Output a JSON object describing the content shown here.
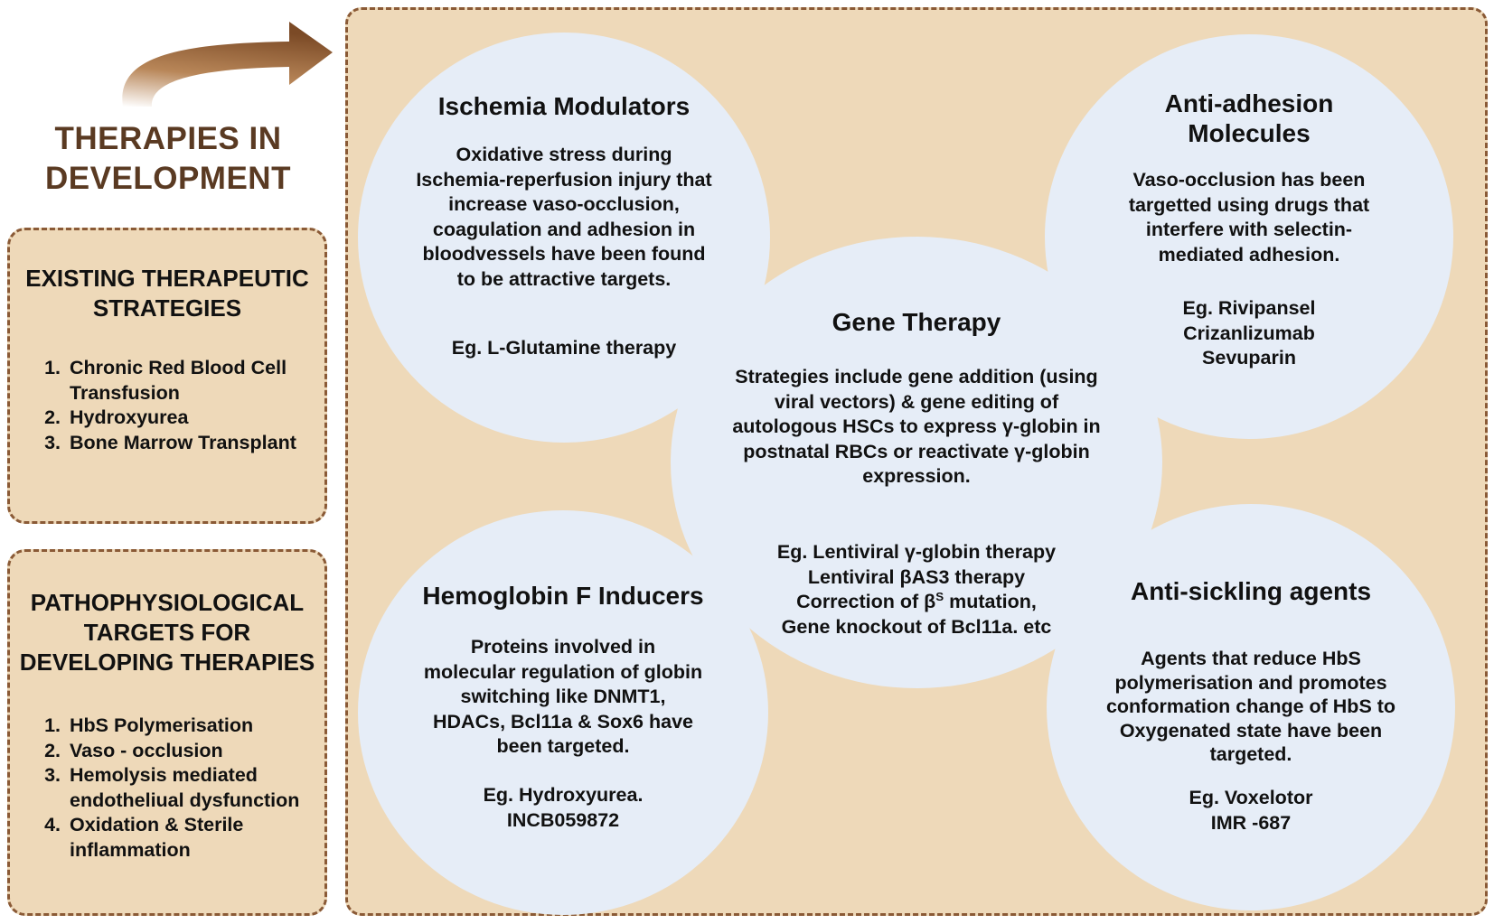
{
  "title": "THERAPIES IN DEVELOPMENT",
  "colors": {
    "panel_fill": "#eed9b9",
    "dashed_border": "#8a5a36",
    "circle_fill": "#e6edf7",
    "title_text": "#5a3a22",
    "arrow": "#7b4a26"
  },
  "existing": {
    "heading": "EXISTING THERAPEUTIC STRATEGIES",
    "items": [
      "Chronic Red Blood Cell Transfusion",
      "Hydroxyurea",
      "Bone Marrow Transplant"
    ]
  },
  "patho": {
    "heading": "PATHOPHYSIOLOGICAL TARGETS FOR DEVELOPING THERAPIES",
    "items": [
      "HbS Polymerisation",
      "Vaso - occlusion",
      "Hemolysis mediated endotheliual dysfunction",
      "Oxidation & Sterile inflammation"
    ]
  },
  "ischemia": {
    "title": "Ischemia Modulators",
    "body": "Oxidative stress during Ischemia-reperfusion injury that increase vaso-occlusion, coagulation and adhesion in bloodvessels have been found to be attractive targets.",
    "example": "Eg. L-Glutamine therapy"
  },
  "antiadhesion": {
    "title": "Anti-adhesion Molecules",
    "body": "Vaso-occlusion has been targetted using drugs that interfere with selectin-mediated adhesion.",
    "examples": [
      "Eg. Rivipansel",
      "Crizanlizumab",
      "Sevuparin"
    ]
  },
  "gene": {
    "title": "Gene Therapy",
    "body": "Strategies include gene addition (using viral vectors) & gene editing of autologous HSCs to express γ-globin in postnatal RBCs or reactivate γ-globin expression.",
    "ex1": "Eg. Lentiviral γ-globin therapy",
    "ex2": "Lentiviral βAS3 therapy",
    "ex3_pre": "Correction of β",
    "ex3_sup": "S",
    "ex3_post": " mutation,",
    "ex4": "Gene knockout of Bcl11a. etc"
  },
  "hbf": {
    "title": "Hemoglobin F Inducers",
    "body": "Proteins involved in molecular regulation of globin switching like DNMT1, HDACs, Bcl11a & Sox6 have been targeted.",
    "examples": [
      "Eg. Hydroxyurea.",
      "INCB059872"
    ]
  },
  "antisickling": {
    "title": "Anti-sickling agents",
    "body": "Agents that reduce HbS polymerisation and promotes conformation change of HbS to Oxygenated state have been targeted.",
    "examples": [
      "Eg. Voxelotor",
      "IMR -687"
    ]
  }
}
